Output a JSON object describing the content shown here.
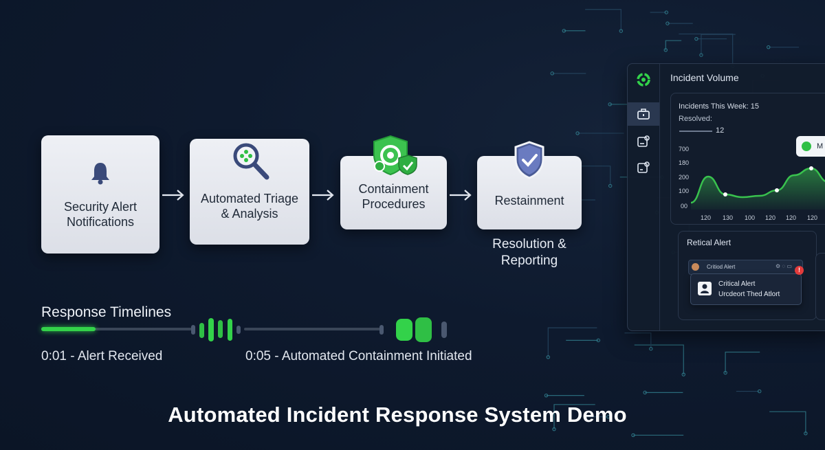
{
  "workflow": {
    "steps": [
      {
        "label": "Security Alert\nNotifications",
        "icon": "bell-icon"
      },
      {
        "label": "Automated Triage\n& Analysis",
        "icon": "magnifier-icon"
      },
      {
        "label": "Containment\nProcedures",
        "icon": "shield-gear-icon"
      },
      {
        "label": "Restainment",
        "icon": "shield-check-icon"
      }
    ],
    "extra_label": "Resolution &\nReporting"
  },
  "timeline": {
    "title": "Response Timelines",
    "progress": 0.36,
    "events": [
      "0:01 - Alert Received",
      "0:05 - Automated Containment Initiated"
    ]
  },
  "main_title": "Automated Incident Response System Demo",
  "dashboard": {
    "title": "Incident Volume",
    "stats": {
      "incidents_label": "Incidents This Week: 15",
      "resolved_label": "Resolved:",
      "resolved_value": "12"
    },
    "chart_data": {
      "type": "area",
      "y_tick_labels": [
        "700",
        "180",
        "200",
        "100",
        "00"
      ],
      "x_tick_labels": [
        "120",
        "130",
        "100",
        "120",
        "120",
        "120"
      ],
      "values": [
        10,
        48,
        22,
        18,
        20,
        28,
        50,
        60,
        40
      ],
      "ylim": [
        0,
        100
      ],
      "color": "#39c24e"
    },
    "tooltip": {
      "text": "M"
    },
    "alerts": {
      "title": "Retical Alert",
      "row_label": "Critiod Alert",
      "popup_title": "Critical Alert",
      "popup_subtitle": "Urcdeort Thed Atlort",
      "badge": "!"
    },
    "sidebar_icons": [
      "logo-icon",
      "briefcase-icon",
      "alert-box-icon",
      "settings-box-icon"
    ]
  },
  "colors": {
    "accent_green": "#33d24a",
    "step_icon_navy": "#3a4a7a",
    "alert_red": "#e23b3b"
  }
}
